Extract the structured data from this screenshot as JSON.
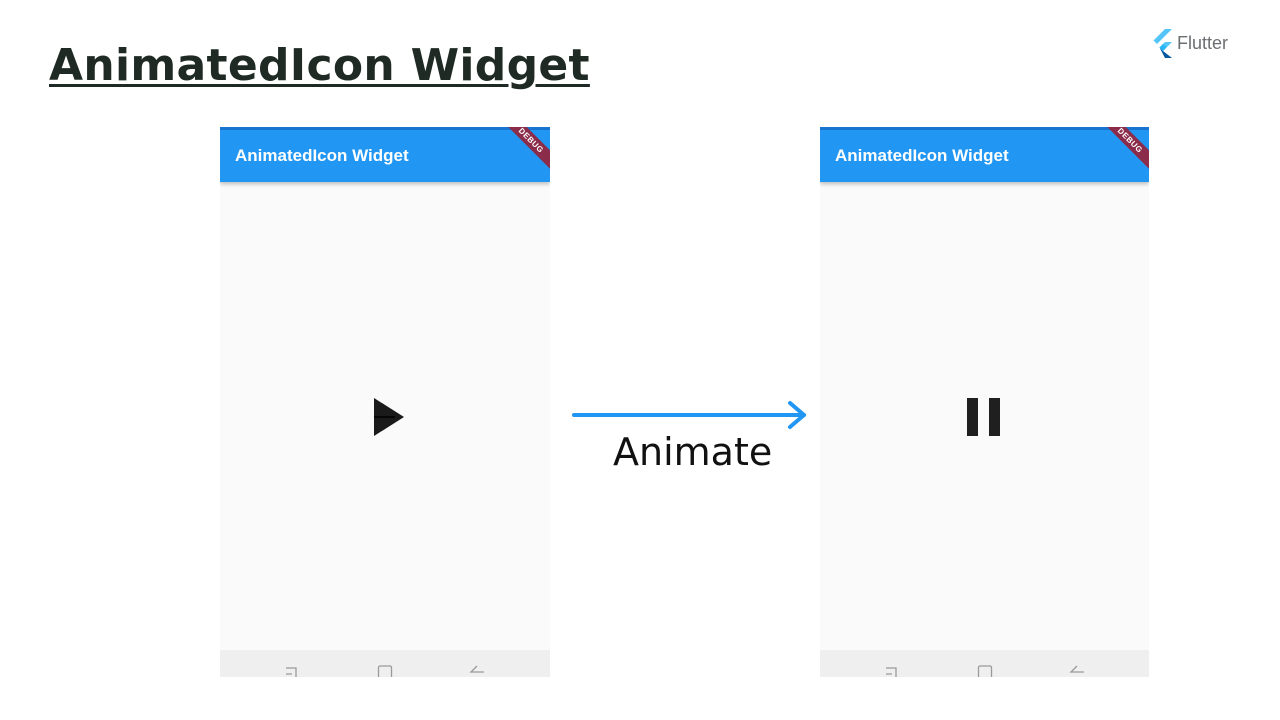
{
  "slide": {
    "title": "AnimatedIcon Widget",
    "brand": "Flutter",
    "arrow_label": "Animate"
  },
  "screens": [
    {
      "appbar_title": "AnimatedIcon Widget",
      "debug_banner": "DEBUG",
      "icon": "play-arrow-icon"
    },
    {
      "appbar_title": "AnimatedIcon Widget",
      "debug_banner": "DEBUG",
      "icon": "pause-icon"
    }
  ],
  "colors": {
    "appbar": "#2196f3",
    "status_strip": "#1976d2",
    "arrow": "#2196f3",
    "debug_banner": "#8b2c4a",
    "title_text": "#1f2a24"
  },
  "nav_icons": [
    "recent-apps-icon",
    "home-icon",
    "back-icon"
  ]
}
